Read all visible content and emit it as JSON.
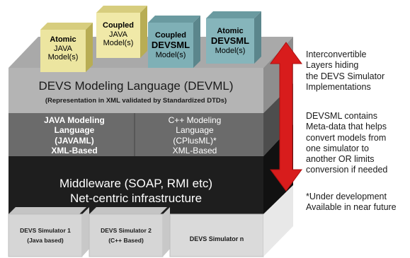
{
  "top_models": [
    {
      "line1": "Atomic",
      "line2": "JAVA",
      "line3": "Model(s)"
    },
    {
      "line1": "Coupled",
      "line2": "JAVA",
      "line3": "Model(s)"
    },
    {
      "line1": "Coupled",
      "line2": "DEVSML",
      "line3": "Model(s)"
    },
    {
      "line1": "Atomic",
      "line2": "DEVSML",
      "line3": "Model(s)"
    }
  ],
  "devml_layer": {
    "title": "DEVS Modeling Language (DEVML)",
    "subtitle": "(Representation in XML validated by Standardized DTDs)"
  },
  "javaml_box": {
    "line1": "JAVA Modeling",
    "line2": "Language",
    "line3": "(JAVAML)",
    "line4": "XML-Based"
  },
  "cplusml_box": {
    "line1": "C++ Modeling",
    "line2": "Language",
    "line3": "(CPlusML)*",
    "line4": "XML-Based"
  },
  "middleware_layer": {
    "line1": "Middleware (SOAP, RMI etc)",
    "line2": "Net-centric infrastructure"
  },
  "simulators": [
    {
      "line1": "DEVS Simulator 1",
      "line2": "(Java based)"
    },
    {
      "line1": "DEVS Simulator 2",
      "line2": "(C++ Based)"
    },
    {
      "line1": "DEVS Simulator n",
      "line2": ""
    }
  ],
  "annotations": {
    "layers": [
      "Interconvertible",
      "Layers hiding",
      "the DEVS Simulator",
      "Implementations"
    ],
    "devsml": [
      "DEVSML contains",
      "Meta-data that helps",
      "convert models from",
      "one simulator to",
      "another OR limits",
      "conversion if needed"
    ],
    "footnote": [
      "*Under development",
      "Available in near future"
    ]
  },
  "colors": {
    "devml_face": "#b4b4b4",
    "lang_face": "#6b6b6b",
    "middleware_face": "#1e1e1e",
    "sim_face": "#d6d6d6",
    "arrow": "#d81c1c",
    "cube_java": "#ece5a0",
    "cube_devsml": "#80b0b6"
  }
}
